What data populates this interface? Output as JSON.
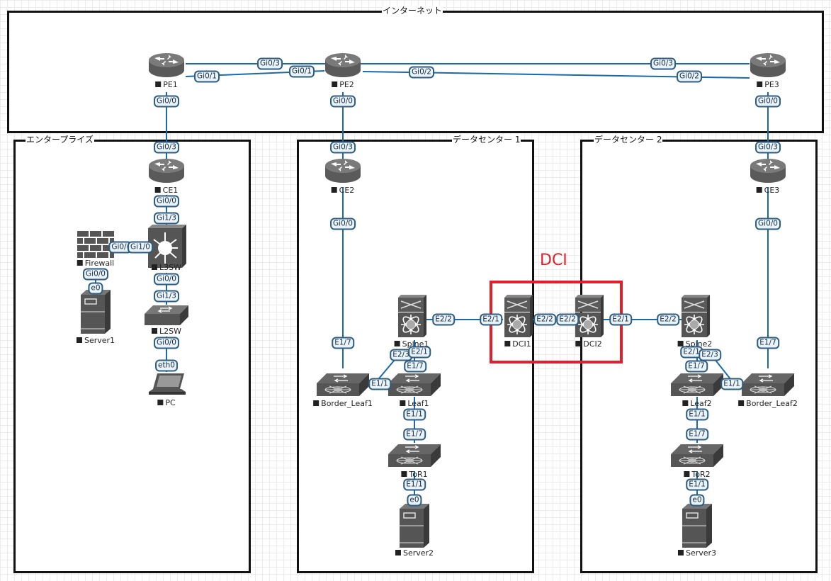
{
  "zones": {
    "internet": "インターネット",
    "enterprise": "エンタープライズ",
    "dc1": "データセンター 1",
    "dc2": "データセンター 2"
  },
  "annotation": {
    "dci_label": "DCI",
    "accent_color": "#e0202a"
  },
  "link_color": "#1a6aa8",
  "nodes": {
    "pe1": "PE1",
    "pe2": "PE2",
    "pe3": "PE3",
    "ce1": "CE1",
    "ce2": "CE2",
    "ce3": "CE3",
    "firewall": "Firewall",
    "l3sw": "L3SW",
    "l2sw": "L2SW",
    "server1": "Server1",
    "pc": "PC",
    "spine1": "Spine1",
    "border_leaf1": "Border_Leaf1",
    "leaf1": "Leaf1",
    "tor1": "ToR1",
    "server2": "Server2",
    "dci1": "DCI1",
    "dci2": "DCI2",
    "spine2": "Spine2",
    "border_leaf2": "Border_Leaf2",
    "leaf2": "Leaf2",
    "tor2": "ToR2",
    "server3": "Server3"
  },
  "ports": {
    "pe1_gi03": "Gi0/3",
    "pe1_gi01": "Gi0/1",
    "pe1_gi00": "Gi0/0",
    "pe2_gi01": "Gi0/1",
    "pe2_gi02": "Gi0/2",
    "pe2_gi00": "Gi0/0",
    "pe3_gi03": "Gi0/3",
    "pe3_gi02": "Gi0/2",
    "pe3_gi00": "Gi0/0",
    "ce1_gi03": "Gi0/3",
    "ce1_gi00": "Gi0/0",
    "l3sw_gi13": "Gi1/3",
    "l3sw_gi10": "Gi1/0",
    "l3sw_gi00": "Gi0/0",
    "fw_gi0x": "Gi0/(",
    "fw_gi00": "Gi0/0",
    "server1_e0": "e0",
    "l2sw_gi13": "Gi1/3",
    "l2sw_gi00": "Gi0/0",
    "pc_eth0": "eth0",
    "ce2_gi03": "Gi0/3",
    "ce2_gi00": "Gi0/0",
    "bl1_e17": "E1/7",
    "bl1_e11": "E1/1",
    "spine1_e22": "E2/2",
    "spine1_e23": "E2/3",
    "spine1_e21": "E2/1",
    "leaf1_e17": "E1/7",
    "leaf1_e11": "E1/1",
    "tor1_e17": "E1/7",
    "tor1_e11": "E1/1",
    "server2_e0": "e0",
    "dci1_e21": "E2/1",
    "dci1_e22": "E2/2",
    "dci2_e22": "E2/2",
    "dci2_e21": "E2/1",
    "spine2_e22": "E2/2",
    "spine2_e21": "E2/1",
    "spine2_e23": "E2/3",
    "leaf2_e17": "E1/7",
    "leaf2_e11": "E1/1",
    "bl2_e11": "E1/1",
    "bl2_e17": "E1/7",
    "ce3_gi03": "Gi0/3",
    "ce3_gi00": "Gi0/0",
    "tor2_e17": "E1/7",
    "tor2_e11": "E1/1",
    "server3_e0": "e0"
  }
}
